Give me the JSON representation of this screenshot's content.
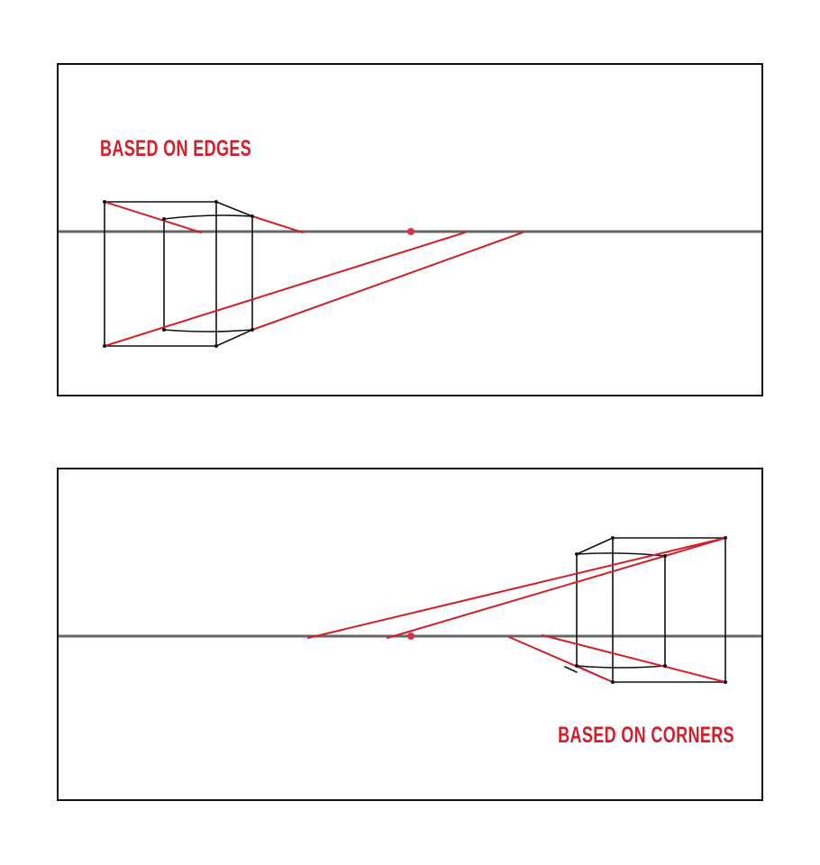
{
  "colors": {
    "accent": "#d21f2b",
    "horizon": "#666666",
    "ink": "#111111",
    "vanishing_point": "#d8324a"
  },
  "panels": [
    {
      "id": "top",
      "label": "BASED ON EDGES"
    },
    {
      "id": "bottom",
      "label": "BASED ON CORNERS"
    }
  ]
}
